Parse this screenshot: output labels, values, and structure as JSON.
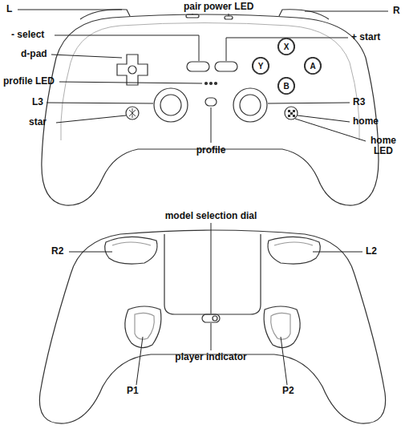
{
  "diagram": {
    "nodes": [
      {
        "text": [
          "X"
        ]
      },
      {
        "text": [
          "Y"
        ]
      },
      {
        "text": [
          "A"
        ]
      },
      {
        "text": [
          "B"
        ]
      }
    ],
    "labels": [
      "L",
      "pair",
      "power LED",
      "R",
      "- select",
      "+ start",
      "d-pad",
      "profile LED",
      "L3",
      "star",
      "R3",
      "home",
      "home LED",
      "profile",
      "model selection dial",
      "R2",
      "L2",
      "player indicator",
      "P1",
      "P2"
    ]
  }
}
